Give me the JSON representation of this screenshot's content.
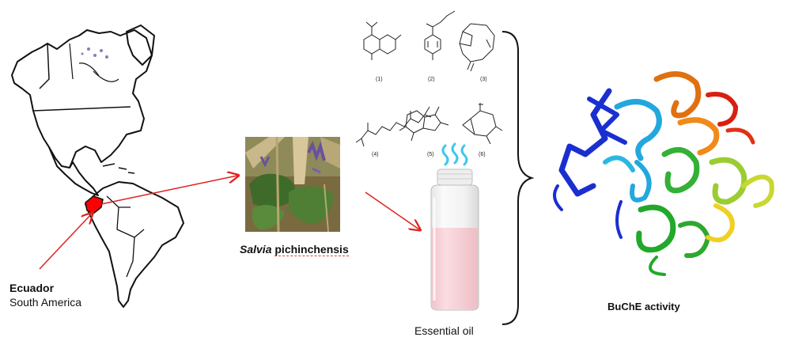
{
  "map": {
    "region_name": "Ecuador",
    "region_sub": "South America",
    "highlight_color": "#ff0000"
  },
  "plant": {
    "genus": "Salvia",
    "species": "pichinchensis"
  },
  "compounds": [
    "(1)",
    "(2)",
    "(3)",
    "(4)",
    "(5)",
    "(6)"
  ],
  "oil": {
    "label": "Essential oil",
    "vapor_color": "#3cc8ee",
    "liquid_color": "#f6cdd2"
  },
  "protein": {
    "label": "BuChE activity"
  },
  "arrow_color": "#e0201e"
}
